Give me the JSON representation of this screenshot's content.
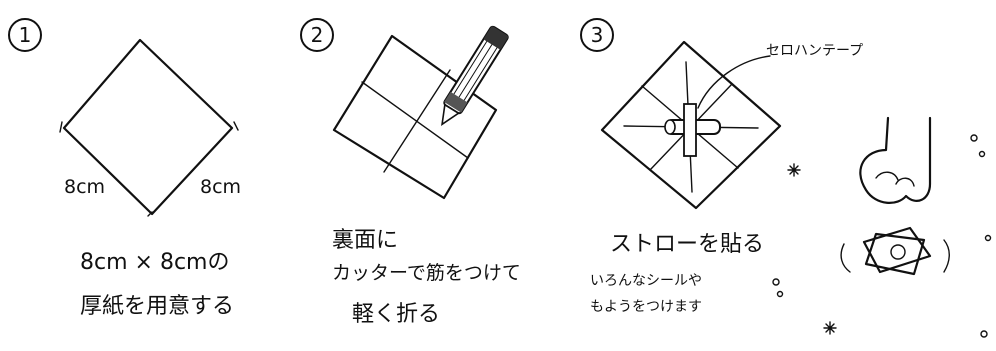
{
  "steps": [
    {
      "number": "1",
      "dim_left": "8cm",
      "dim_right": "8cm",
      "caption_line1": "8cm × 8cmの",
      "caption_line2": "厚紙を用意する"
    },
    {
      "number": "2",
      "caption_line1": "裏面に",
      "caption_line2": "カッターで筋をつけて",
      "caption_line3": "軽く折る"
    },
    {
      "number": "3",
      "tape_label": "セロハンテープ",
      "caption_line1": "ストローを貼る",
      "caption_line2": "いろんなシールや",
      "caption_line3": "もようをつけます"
    }
  ]
}
